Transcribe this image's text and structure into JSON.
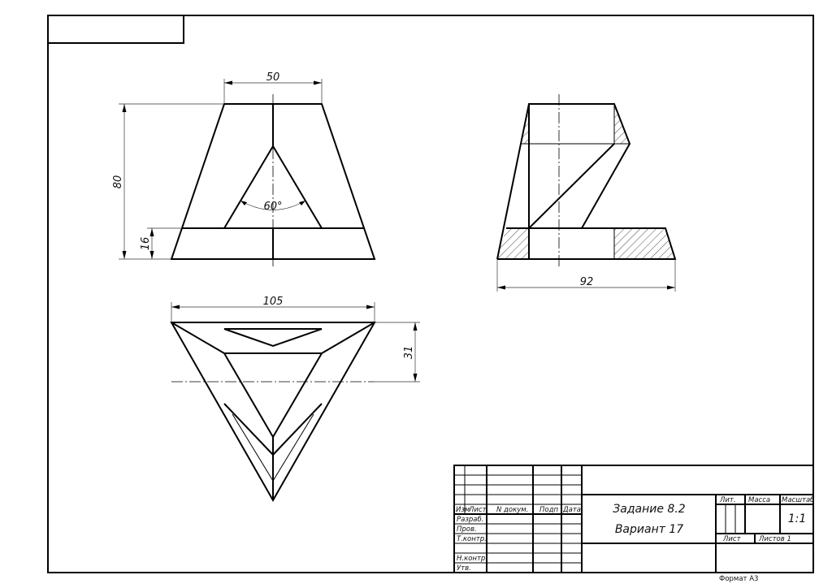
{
  "dimensions": {
    "top_width": "50",
    "height": "80",
    "bottom_offset": "16",
    "angle": "60°",
    "plan_width": "105",
    "plan_depth": "31",
    "side_width": "92"
  },
  "title_block": {
    "columns": {
      "izm": "Изм",
      "list": "Лист",
      "n_dokum": "N докум.",
      "podp": "Подп",
      "data": "Дата"
    },
    "rows": {
      "razrab": "Разраб.",
      "prov": "Пров.",
      "t_kontr": "Т.контр.",
      "n_kontr": "Н.контр.",
      "utv": "Утв."
    },
    "task": "Задание 8.2",
    "variant": "Вариант 17",
    "lit": "Лит.",
    "massa": "Масса",
    "masshtab": "Масштаб",
    "scale_value": "1:1",
    "list_label": "Лист",
    "listov_label": "Листов 1"
  },
  "format_label": "Формат А3"
}
